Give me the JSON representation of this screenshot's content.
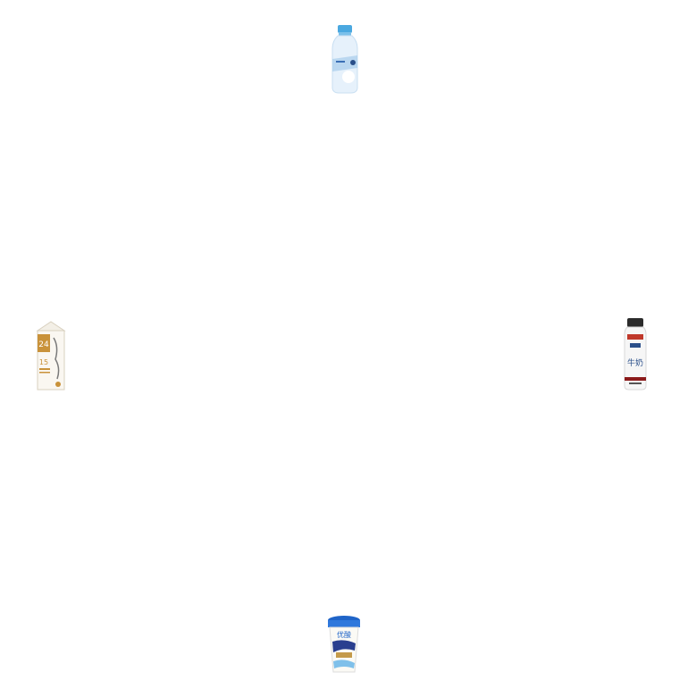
{
  "products": {
    "top": {
      "icon": "milk-bottle-blue-cap-icon",
      "cap_color": "#4aa8e0",
      "body_color": "#e6f1fb",
      "accent_color": "#9cc6ea"
    },
    "left": {
      "icon": "milk-carton-gold-icon",
      "big_text": "24",
      "mid_text": "15",
      "accent_color": "#c9923a"
    },
    "right": {
      "icon": "milk-bottle-black-cap-icon",
      "cap_color": "#2b2b2b",
      "accent_color": "#c0392b",
      "mark_text": "牛奶"
    },
    "bottom": {
      "icon": "yogurt-cup-blue-lid-icon",
      "brand_text": "优酸",
      "lid_color": "#1f64c8",
      "accent_color": "#c49a4a"
    }
  }
}
